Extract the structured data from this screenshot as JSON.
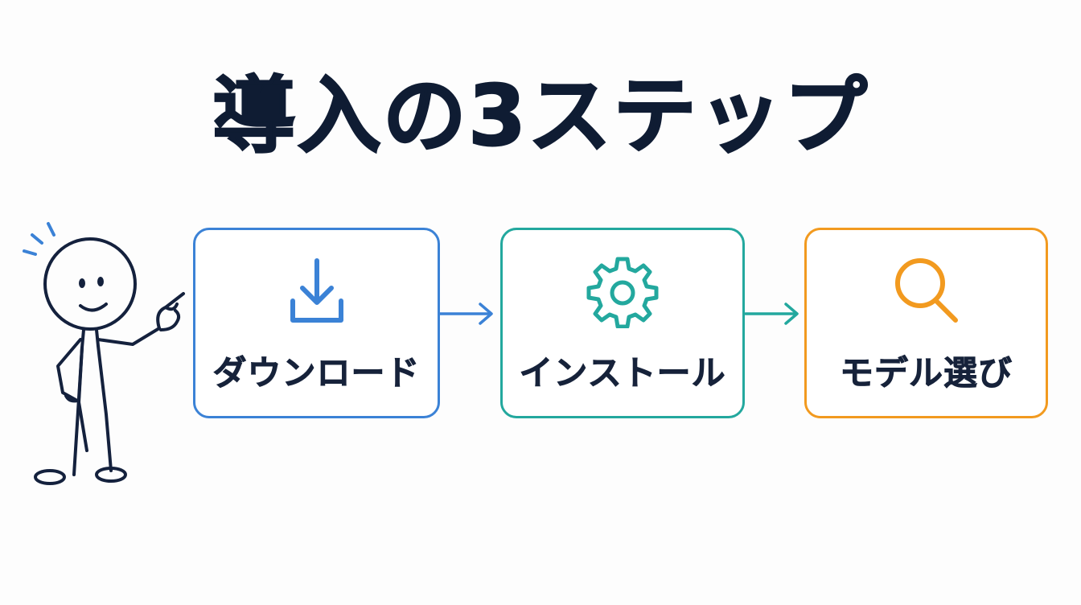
{
  "title": "導入の3ステップ",
  "steps": [
    {
      "label": "ダウンロード",
      "icon": "download-icon",
      "color": "#3b82d6"
    },
    {
      "label": "インストール",
      "icon": "gear-icon",
      "color": "#23a89e"
    },
    {
      "label": "モデル選び",
      "icon": "magnifier-icon",
      "color": "#f29a1f"
    }
  ],
  "colors": {
    "text": "#0f1c33",
    "figure_stroke": "#14213d",
    "figure_accent": "#3b82d6"
  }
}
